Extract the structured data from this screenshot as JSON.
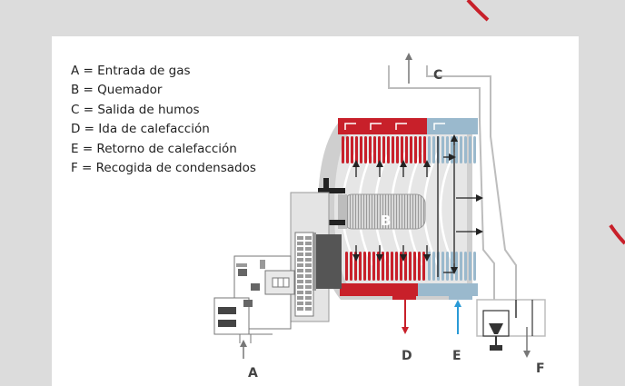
{
  "legend": [
    "A = Entrada de gas",
    "B = Quemador",
    "C = Salida de humos",
    "D = Ida de calefacción",
    "E = Retorno de calefacción",
    "F = Recogida de condensados"
  ],
  "labels": {
    "a": "A",
    "b": "B",
    "c": "C",
    "d": "D",
    "e": "E",
    "f": "F"
  },
  "colors": {
    "background": "#dcdcdc",
    "panel": "#ffffff",
    "hot_water": "#c8202a",
    "cold_water": "#9ab9cd",
    "return_arrow": "#2a9ad6",
    "accent_curve": "#c8202a",
    "gray_casing": "#c8c8c8",
    "dark": "#222222"
  }
}
